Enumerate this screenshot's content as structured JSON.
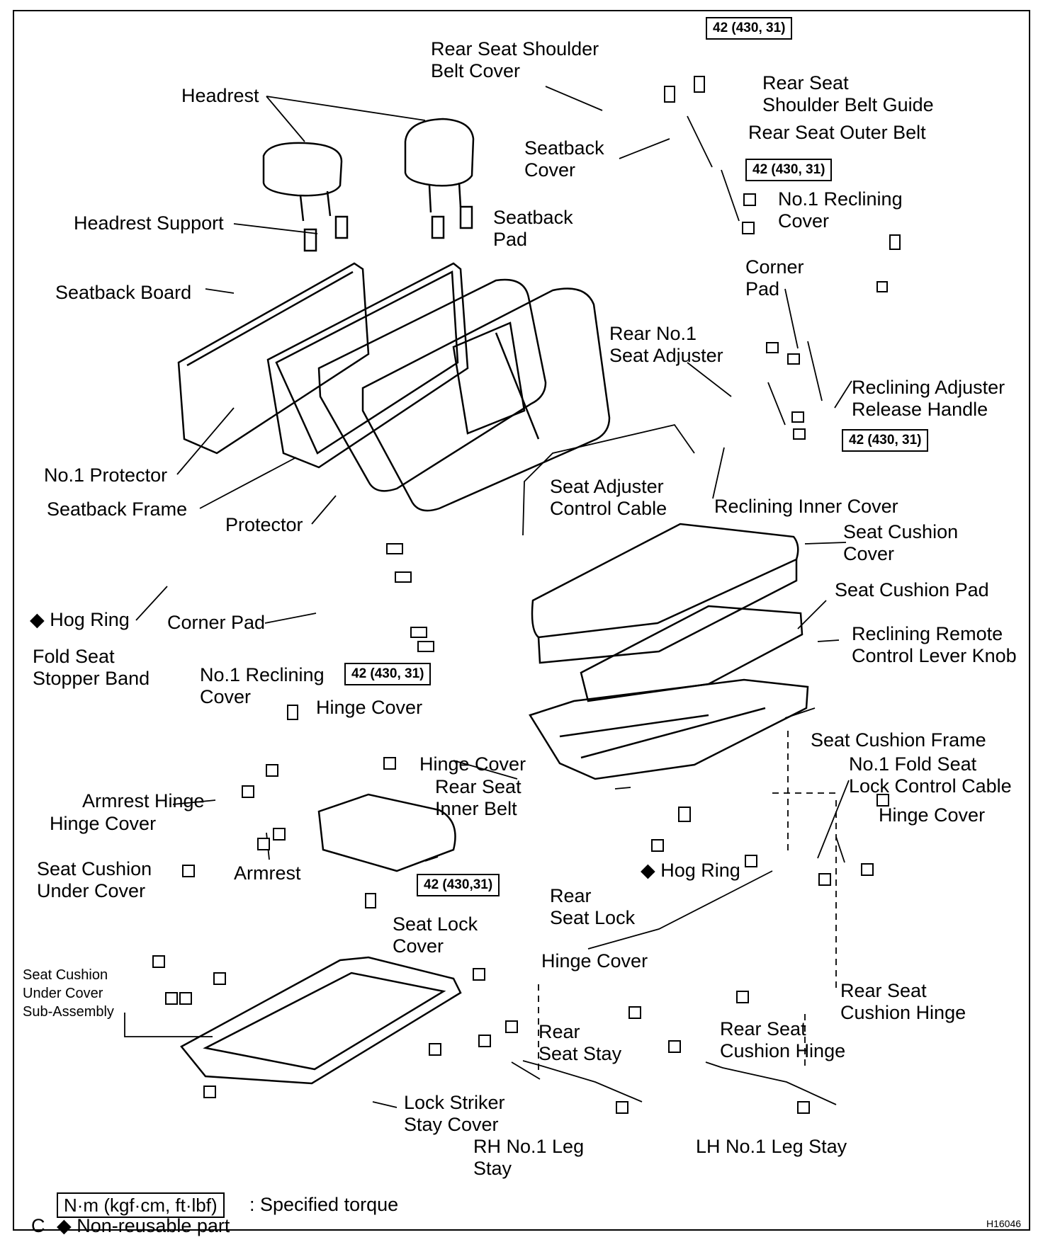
{
  "diagram": {
    "figure_id": "H16046",
    "corner_letter": "C",
    "labels": {
      "rear_seat_shoulder_belt_cover": "Rear Seat Shoulder\nBelt Cover",
      "rear_seat_shoulder_belt_guide": "Rear Seat\nShoulder Belt Guide",
      "rear_seat_outer_belt": "Rear Seat Outer Belt",
      "headrest": "Headrest",
      "seatback_cover": "Seatback\nCover",
      "no1_reclining_cover_top": "No.1 Reclining\nCover",
      "headrest_support": "Headrest Support",
      "seatback_pad": "Seatback\nPad",
      "seatback_board": "Seatback Board",
      "corner_pad_top": "Corner\nPad",
      "rear_no1_seat_adjuster": "Rear No.1\nSeat Adjuster",
      "reclining_adjuster_release_handle": "Reclining Adjuster\nRelease Handle",
      "no1_protector": "No.1 Protector",
      "seatback_frame": "Seatback Frame",
      "protector": "Protector",
      "seat_adjuster_control_cable": "Seat Adjuster\nControl Cable",
      "reclining_inner_cover": "Reclining Inner Cover",
      "seat_cushion_cover": "Seat Cushion\nCover",
      "seat_cushion_pad": "Seat Cushion Pad",
      "hog_ring_left": "Hog Ring",
      "corner_pad_left": "Corner Pad",
      "reclining_remote_control_lever_knob": "Reclining Remote\nControl Lever Knob",
      "fold_seat_stopper_band": "Fold Seat\nStopper Band",
      "no1_reclining_cover_left": "No.1 Reclining\nCover",
      "hinge_cover_1": "Hinge Cover",
      "seat_cushion_frame": "Seat Cushion Frame",
      "hinge_cover_2": "Hinge Cover",
      "no1_fold_seat_lock_control_cable": "No.1 Fold Seat\nLock Control Cable",
      "rear_seat_inner_belt": "Rear Seat\nInner Belt",
      "armrest_hinge": "Armrest Hinge",
      "hinge_cover_3": "Hinge Cover",
      "hinge_cover_4": "Hinge Cover",
      "seat_cushion_under_cover": "Seat Cushion\nUnder Cover",
      "armrest": "Armrest",
      "hog_ring_right": "Hog Ring",
      "rear_seat_lock": "Rear\nSeat Lock",
      "seat_lock_cover": "Seat Lock\nCover",
      "hinge_cover_5": "Hinge Cover",
      "seat_cushion_under_cover_sub_assembly": "Seat Cushion\nUnder Cover\nSub-Assembly",
      "rear_seat_cushion_hinge_right": "Rear Seat\nCushion Hinge",
      "rear_seat_stay": "Rear\nSeat Stay",
      "rear_seat_cushion_hinge_mid": "Rear Seat\nCushion Hinge",
      "lock_striker_stay_cover": "Lock Striker\nStay Cover",
      "rh_no1_leg_stay": "RH No.1 Leg\nStay",
      "lh_no1_leg_stay": "LH No.1 Leg Stay"
    },
    "torque_specs": [
      "42 (430, 31)",
      "42 (430, 31)",
      "42 (430, 31)",
      "42 (430, 31)",
      "42 (430,31)"
    ],
    "legend": {
      "torque_unit": "N·m (kgf·cm, ft·lbf)",
      "torque_desc": ": Specified torque",
      "nonreusable_symbol": "◆",
      "nonreusable_desc": "Non-reusable part"
    }
  }
}
